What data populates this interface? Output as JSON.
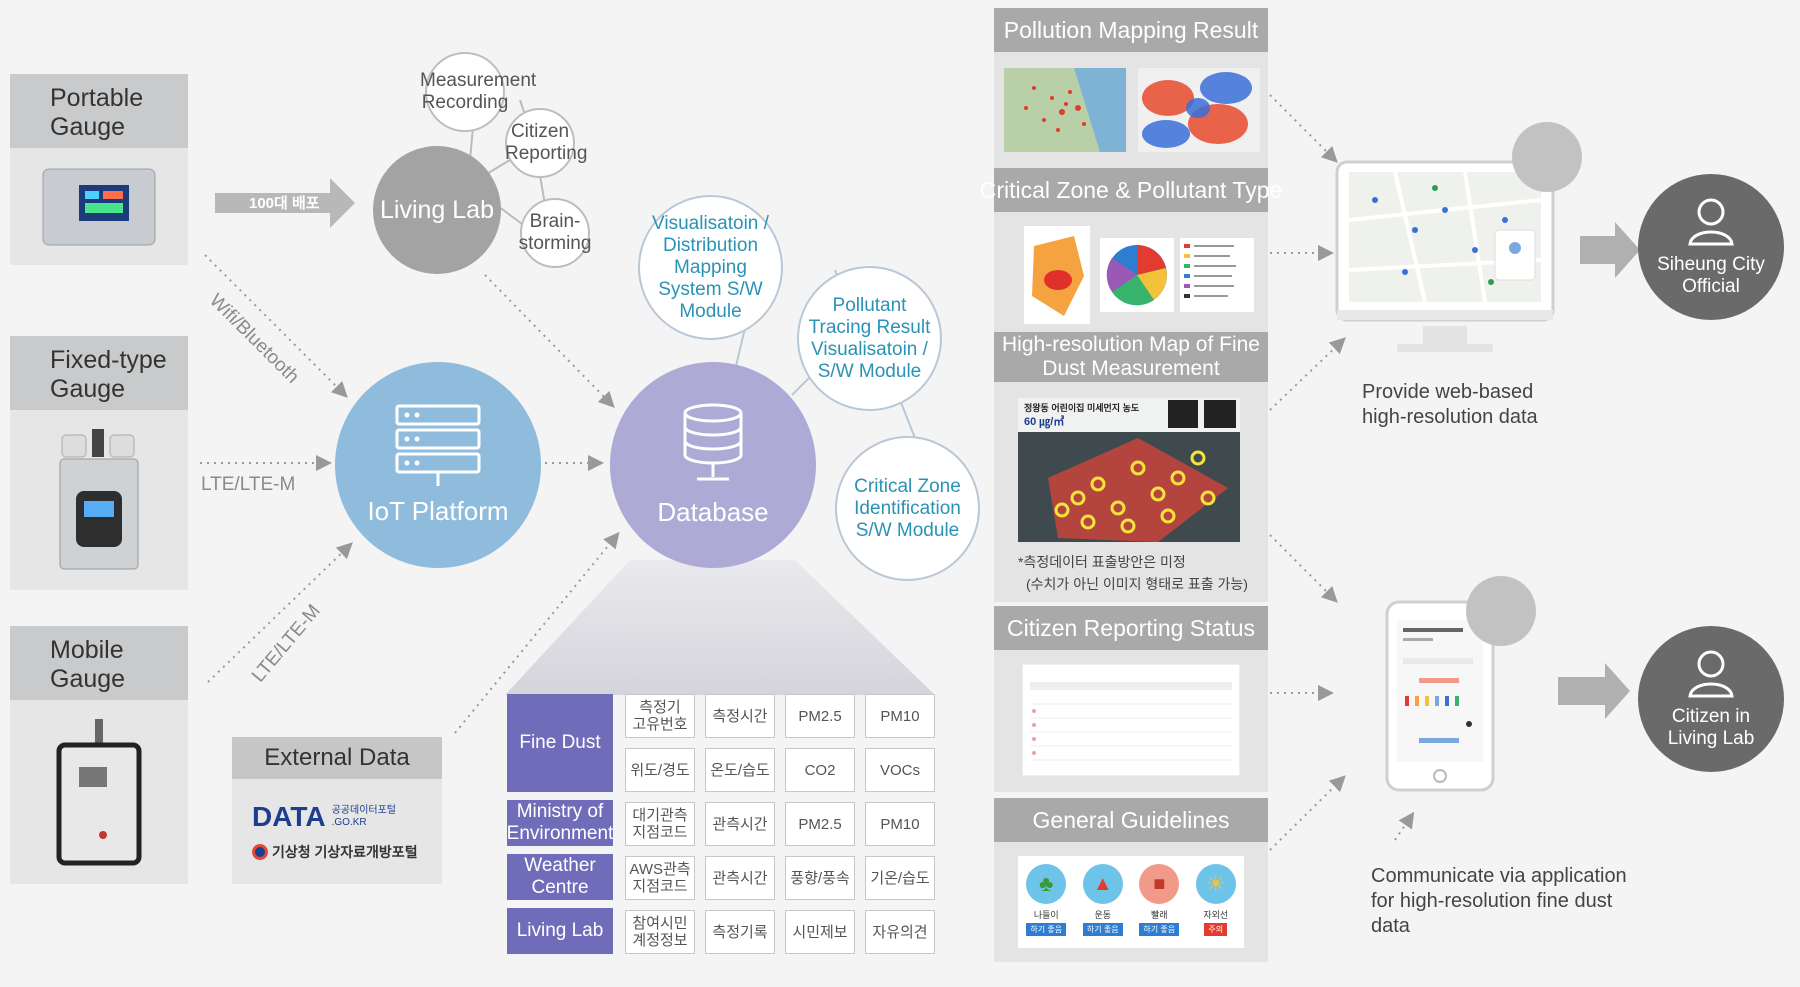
{
  "gauges": [
    {
      "label": "Portable Gauge"
    },
    {
      "label": "Fixed-type Gauge"
    },
    {
      "label": "Mobile Gauge"
    }
  ],
  "connections": {
    "distribution": "100대 배포",
    "wifi": "Wifi/Bluetooth",
    "lte1": "LTE/LTE-M",
    "lte2": "LTE/LTE-M"
  },
  "living_lab": {
    "title": "Living Lab",
    "satellites": [
      "Measurement Recording",
      "Citizen Reporting",
      "Brain-storming"
    ]
  },
  "iot_platform": {
    "title": "IoT Platform"
  },
  "database": {
    "title": "Database"
  },
  "modules": [
    "Visualisatoin / Distribution Mapping System S/W Module",
    "Pollutant Tracing Result Visualisatoin / S/W Module",
    "Critical Zone Identification S/W Module"
  ],
  "external_data": {
    "title": "External Data",
    "logo1_main": "DATA",
    "logo1_sub1": "공공데이터포털",
    "logo1_sub2": ".GO.KR",
    "logo2": "기상청 기상자료개방포털"
  },
  "table": {
    "rows": [
      {
        "label": "Fine Dust",
        "cells": [
          [
            "측정기\n고유번호",
            "측정시간",
            "PM2.5",
            "PM10"
          ],
          [
            "위도/경도",
            "온도/습도",
            "CO2",
            "VOCs"
          ]
        ]
      },
      {
        "label": "Ministry of Environment",
        "cells": [
          [
            "대기관측\n지점코드",
            "관측시간",
            "PM2.5",
            "PM10"
          ]
        ]
      },
      {
        "label": "Weather Centre",
        "cells": [
          [
            "AWS관측\n지점코드",
            "관측시간",
            "풍향/풍속",
            "기온/습도"
          ]
        ]
      },
      {
        "label": "Living Lab",
        "cells": [
          [
            "참여시민\n계정정보",
            "측정기록",
            "시민제보",
            "자유의견"
          ]
        ]
      }
    ]
  },
  "panels": {
    "p1": "Pollution Mapping Result",
    "p2": "Critical Zone & Pollutant Type",
    "p3": "High-resolution Map of Fine Dust Measurement",
    "p3_note1": "*측정데이터 표출방안은 미정",
    "p3_note2": "(수치가 아닌 이미지 형태로 표출 가능)",
    "p3_map_title": "정왕동 어린이집 미세먼지 농도",
    "p3_map_value": "60 ㎍/㎥",
    "p4": "Citizen Reporting Status",
    "p5": "General Guidelines",
    "p5_icons": [
      "나들이",
      "운동",
      "빨래",
      "자외선"
    ],
    "p5_badges": [
      "하기 좋음",
      "하기 좋음",
      "하기 좋음",
      "주의"
    ]
  },
  "outputs": {
    "web_desc": "Provide web-based high-resolution data",
    "app_desc": "Communicate via application for high-resolution fine dust data",
    "user1": "Siheung City Official",
    "user2": "Citizen in Living Lab"
  },
  "colors": {
    "iot": "#8fbcdc",
    "db": "#aeaad6",
    "table_label": "#6f6db9",
    "module_text": "#2a93b5",
    "panel_head": "#a9a9a9",
    "user": "#6a6a6a"
  }
}
